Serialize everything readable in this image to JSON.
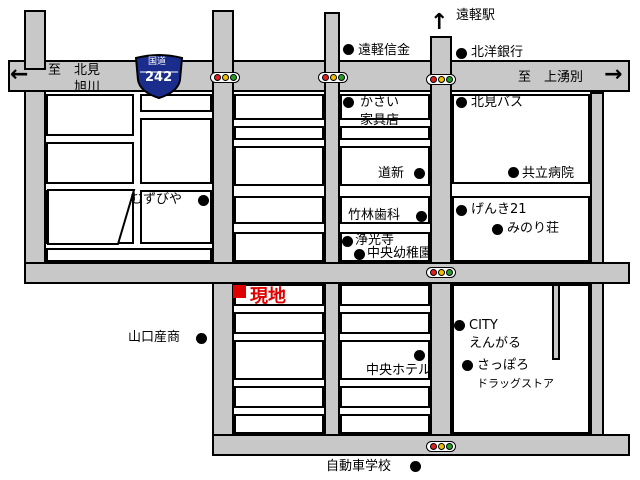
{
  "roads": {
    "route_number": "242",
    "route_kanji": "国道",
    "west_label": "至　北見",
    "west_label_2": "旭川",
    "east_label": "至　上湧別",
    "north_label": "遠軽駅"
  },
  "site": {
    "label": "現地",
    "color": "#e00000"
  },
  "places": [
    {
      "name": "遠軽信金"
    },
    {
      "name": "北洋銀行"
    },
    {
      "name": "かさい"
    },
    {
      "name": "家具店"
    },
    {
      "name": "北見バス"
    },
    {
      "name": "道新"
    },
    {
      "name": "共立病院"
    },
    {
      "name": "むずびや"
    },
    {
      "name": "竹林歯科"
    },
    {
      "name": "げんき21"
    },
    {
      "name": "みのり荘"
    },
    {
      "name": "浄光寺"
    },
    {
      "name": "中央幼稚園"
    },
    {
      "name": "CITY"
    },
    {
      "name": "えんがる"
    },
    {
      "name": "山口産商"
    },
    {
      "name": "中央ホテル"
    },
    {
      "name": "さっぽろ"
    },
    {
      "name": "ドラッグストア"
    },
    {
      "name": "自動車学校"
    }
  ],
  "colors": {
    "road": "#c8c8c8",
    "route_shield": "#1a2c8c",
    "signal_red": "#e02020",
    "signal_yellow": "#f0c000",
    "signal_green": "#20a020"
  }
}
